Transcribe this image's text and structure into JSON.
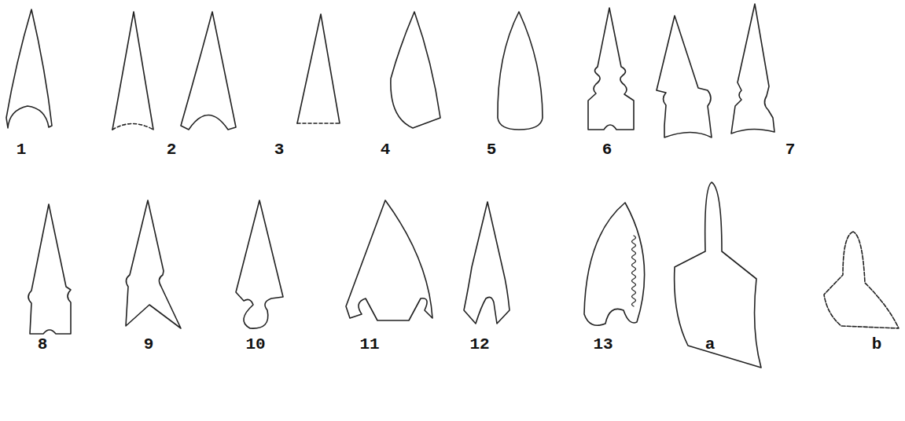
{
  "diagram": {
    "labels": [
      "1",
      "2",
      "3",
      "4",
      "5",
      "6",
      "7",
      "8",
      "9",
      "10",
      "11",
      "12",
      "13",
      "a",
      "b"
    ]
  }
}
